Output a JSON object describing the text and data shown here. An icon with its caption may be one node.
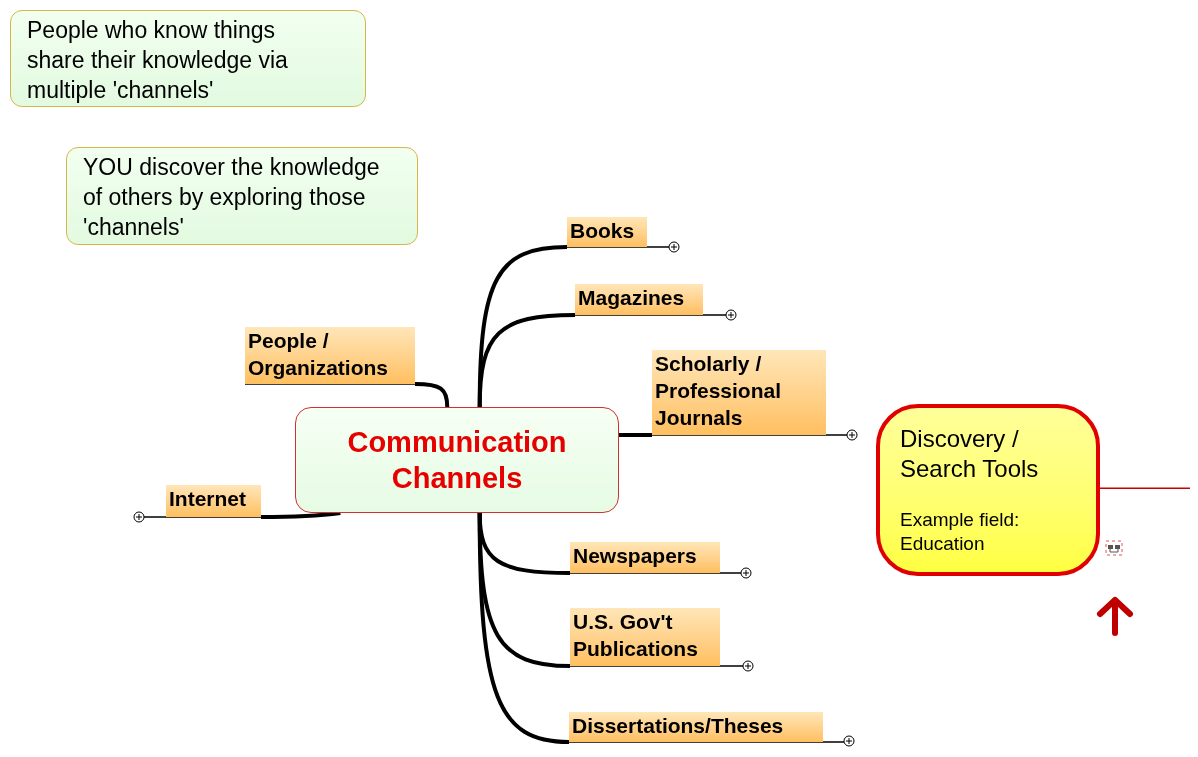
{
  "diagram": {
    "nodes": [
      {
        "text": [
          "People who know things share their knowledge via multiple 'channels'"
        ]
      },
      {
        "text": [
          "YOU discover the knowledge of others by exploring those 'channels'"
        ]
      },
      {
        "text": [
          "Communication Channels"
        ]
      },
      {
        "text": [
          "Books"
        ]
      },
      {
        "text": [
          "Magazines"
        ]
      },
      {
        "text": [
          "Scholarly / Professional Journals"
        ]
      },
      {
        "text": [
          "People / Organizations"
        ]
      },
      {
        "text": [
          "Internet"
        ]
      },
      {
        "text": [
          "Newspapers"
        ]
      },
      {
        "text": [
          "U.S. Gov't Publications"
        ]
      },
      {
        "text": [
          "Dissertations/Theses"
        ]
      },
      {
        "text": [
          "Discovery / Search Tools",
          "Example field: Education"
        ]
      }
    ],
    "edges": [
      {
        "from": 2,
        "to": 3,
        "arrow": "none"
      },
      {
        "from": 2,
        "to": 4,
        "arrow": "none"
      },
      {
        "from": 2,
        "to": 5,
        "arrow": "none"
      },
      {
        "from": 2,
        "to": 6,
        "arrow": "none"
      },
      {
        "from": 2,
        "to": 7,
        "arrow": "none"
      },
      {
        "from": 2,
        "to": 8,
        "arrow": "none"
      },
      {
        "from": 2,
        "to": 9,
        "arrow": "none"
      },
      {
        "from": 2,
        "to": 10,
        "arrow": "none"
      },
      {
        "from": 11,
        "to": null,
        "arrow": "none",
        "color": "#cc0000"
      }
    ]
  }
}
